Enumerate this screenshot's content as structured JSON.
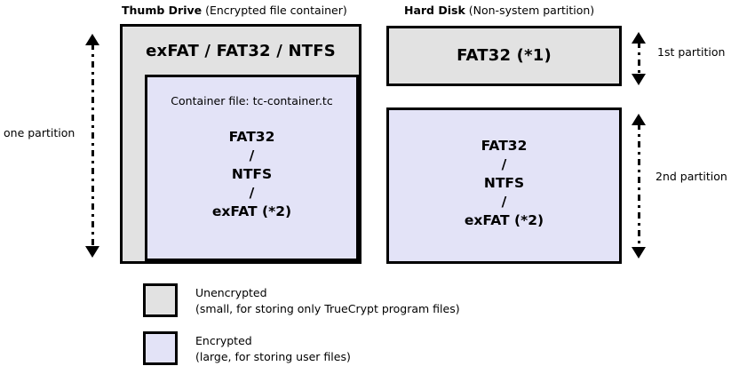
{
  "diagram": {
    "title_thumb_bold": "Thumb Drive",
    "title_thumb_rest": " (Encrypted file container)",
    "title_disk_bold": "Hard Disk",
    "title_disk_rest": " (Non-system partition)"
  },
  "thumb_drive": {
    "outer_fs_label": "exFAT / FAT32 / NTFS",
    "container_file_label": "Container file: tc-container.tc",
    "inner_fs_line1": "FAT32",
    "inner_fs_sep1": "/",
    "inner_fs_line2": "NTFS",
    "inner_fs_sep2": "/",
    "inner_fs_line3": "exFAT (*2)"
  },
  "hard_disk": {
    "partition1_label": "FAT32 (*1)",
    "partition2_line1": "FAT32",
    "partition2_sep1": "/",
    "partition2_line2": "NTFS",
    "partition2_sep2": "/",
    "partition2_line3": "exFAT (*2)"
  },
  "annotations": {
    "left_span_label": "one partition",
    "right_span_label_1": "1st partition",
    "right_span_label_2": "2nd partition"
  },
  "legend": {
    "items": [
      {
        "swatch": "unencrypted-swatch",
        "title": "Unencrypted",
        "detail": "(small, for storing only TrueCrypt program files)",
        "color": "#e2e2e2"
      },
      {
        "swatch": "encrypted-swatch",
        "title": "Encrypted",
        "detail": "(large, for storing user files)",
        "color": "#e3e3f7"
      }
    ]
  },
  "colors": {
    "unencrypted_fill": "#e2e2e2",
    "encrypted_fill": "#e3e3f7",
    "stroke": "#000000",
    "background": "#ffffff"
  }
}
